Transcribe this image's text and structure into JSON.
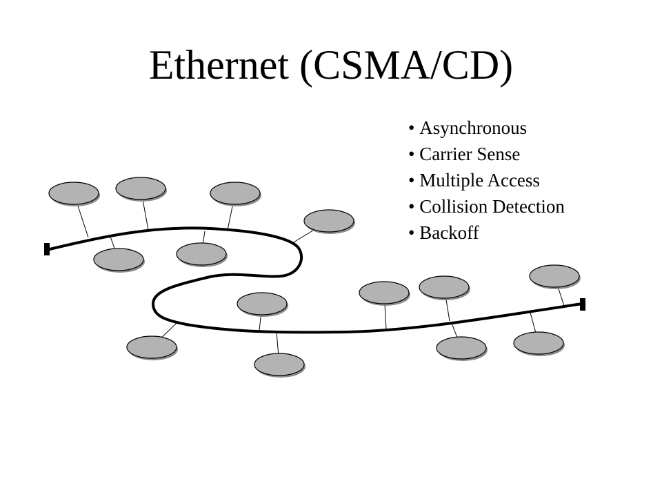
{
  "slide": {
    "title": "Ethernet (CSMA/CD)"
  },
  "bullets": [
    "Asynchronous",
    "Carrier Sense",
    "Multiple Access",
    "Collision Detection",
    "Backoff"
  ],
  "colors": {
    "background": "#ffffff",
    "host_fill": "#b3b3b3",
    "host_shadow": "#8c8c8c",
    "cable": "#000000",
    "drop_line": "#000000"
  }
}
